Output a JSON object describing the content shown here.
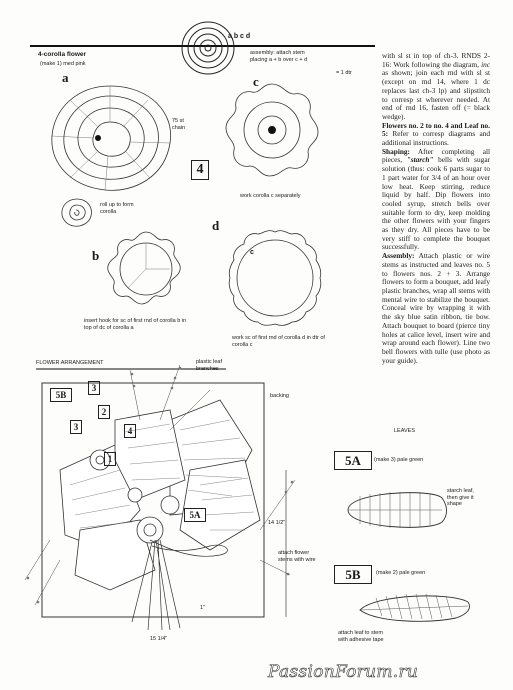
{
  "corolla_title": "4-corolla flower",
  "corolla_make": "(make 1) med pink",
  "chain_note": "75 st chain",
  "label_a": "a",
  "label_b": "b",
  "label_c": "c",
  "label_d": "d",
  "spiral_labels": "a b c d",
  "assembly_note": "assembly: attach stem placing a + b over c + d",
  "dtr_note": "= 1 dtr",
  "roll_up_note": "roll up to form corolla",
  "b_note": "insert hook for sc of first rnd of corolla b in top of dc of corolla a",
  "c_note": "work corolla c separately",
  "d_note": "work sc of first rnd of corolla d in dtr of corolla c",
  "figure_num": "4",
  "col_start": "with sl st in top of ch-3. RNDS 2-16: Work following the diagram, ",
  "col_start_em": "inc",
  "col_start_end": " as shown; join each rnd with sl st (except on rnd 14, where 1 dc replaces last ch-3 lp) and slipstitch to corresp st wherever needed. At end of rnd 16, fasten off (= black wedge).",
  "flowers_heading": "Flowers no. 2 to no. 4 and Leaf no. 5:",
  "flowers_text": " Refer to corresp diagrams and additional instructions.",
  "shaping_heading": "Shaping:",
  "shaping_text_1": " After completing all pieces, ",
  "shaping_em": "\"starch\"",
  "shaping_text_2": " bells with sugar solution (thus: cook 6 parts sugar to 1 part water for 3/4 of an hour over low heat. Keep stirring, reduce liquid by half. Dip flowers into cooled syrup, stretch bells over suitable form to dry, keep molding the other flowers with your fingers as they dry. All pieces have to be very stiff to complete the bouquet successfully.",
  "assembly_heading": "Assembly:",
  "assembly_text": " Attach plastic or wire stems as instructed and leaves no. 5 to flowers nos. 2 + 3. Arrange flowers to form a bouquet, add leafy plastic branches, wrap all stems with mental wire to stabilize the bouquet. Conceal wire by wrapping it with the sky blue satin ribbon, tie bow. Attach bouquet to board (pierce tiny holes at calice level, insert wire and wrap around each flower). Line two bell flowers with tulle (use photo as your guide).",
  "arrangement_title": "FLOWER ARRANGEMENT",
  "plastic_branches": "plastic leaf branches",
  "backing": "backing",
  "attach_stems": "attach flower stems with wire",
  "dim_height": "14 1/2\"",
  "dim_width": "15 1/4\"",
  "dim_small": "1\"",
  "leaves_title": "LEAVES",
  "leaf_5a_num": "5",
  "leaf_5a_letter": "A",
  "leaf_5a_make": "(make 3) pale green",
  "leaf_5b_num": "5",
  "leaf_5b_letter": "B",
  "leaf_5b_make": "(make 2) pale green",
  "starch_note": "starch leaf, then give it shape",
  "attach_leaf_note": "attach leaf to stem with adhesive tape",
  "tag_5b": "5B",
  "tag_3_1": "3",
  "tag_3_2": "3",
  "tag_2": "2",
  "tag_4": "4",
  "tag_1": "1",
  "tag_5a": "5A",
  "watermark": "PassionForum.ru"
}
